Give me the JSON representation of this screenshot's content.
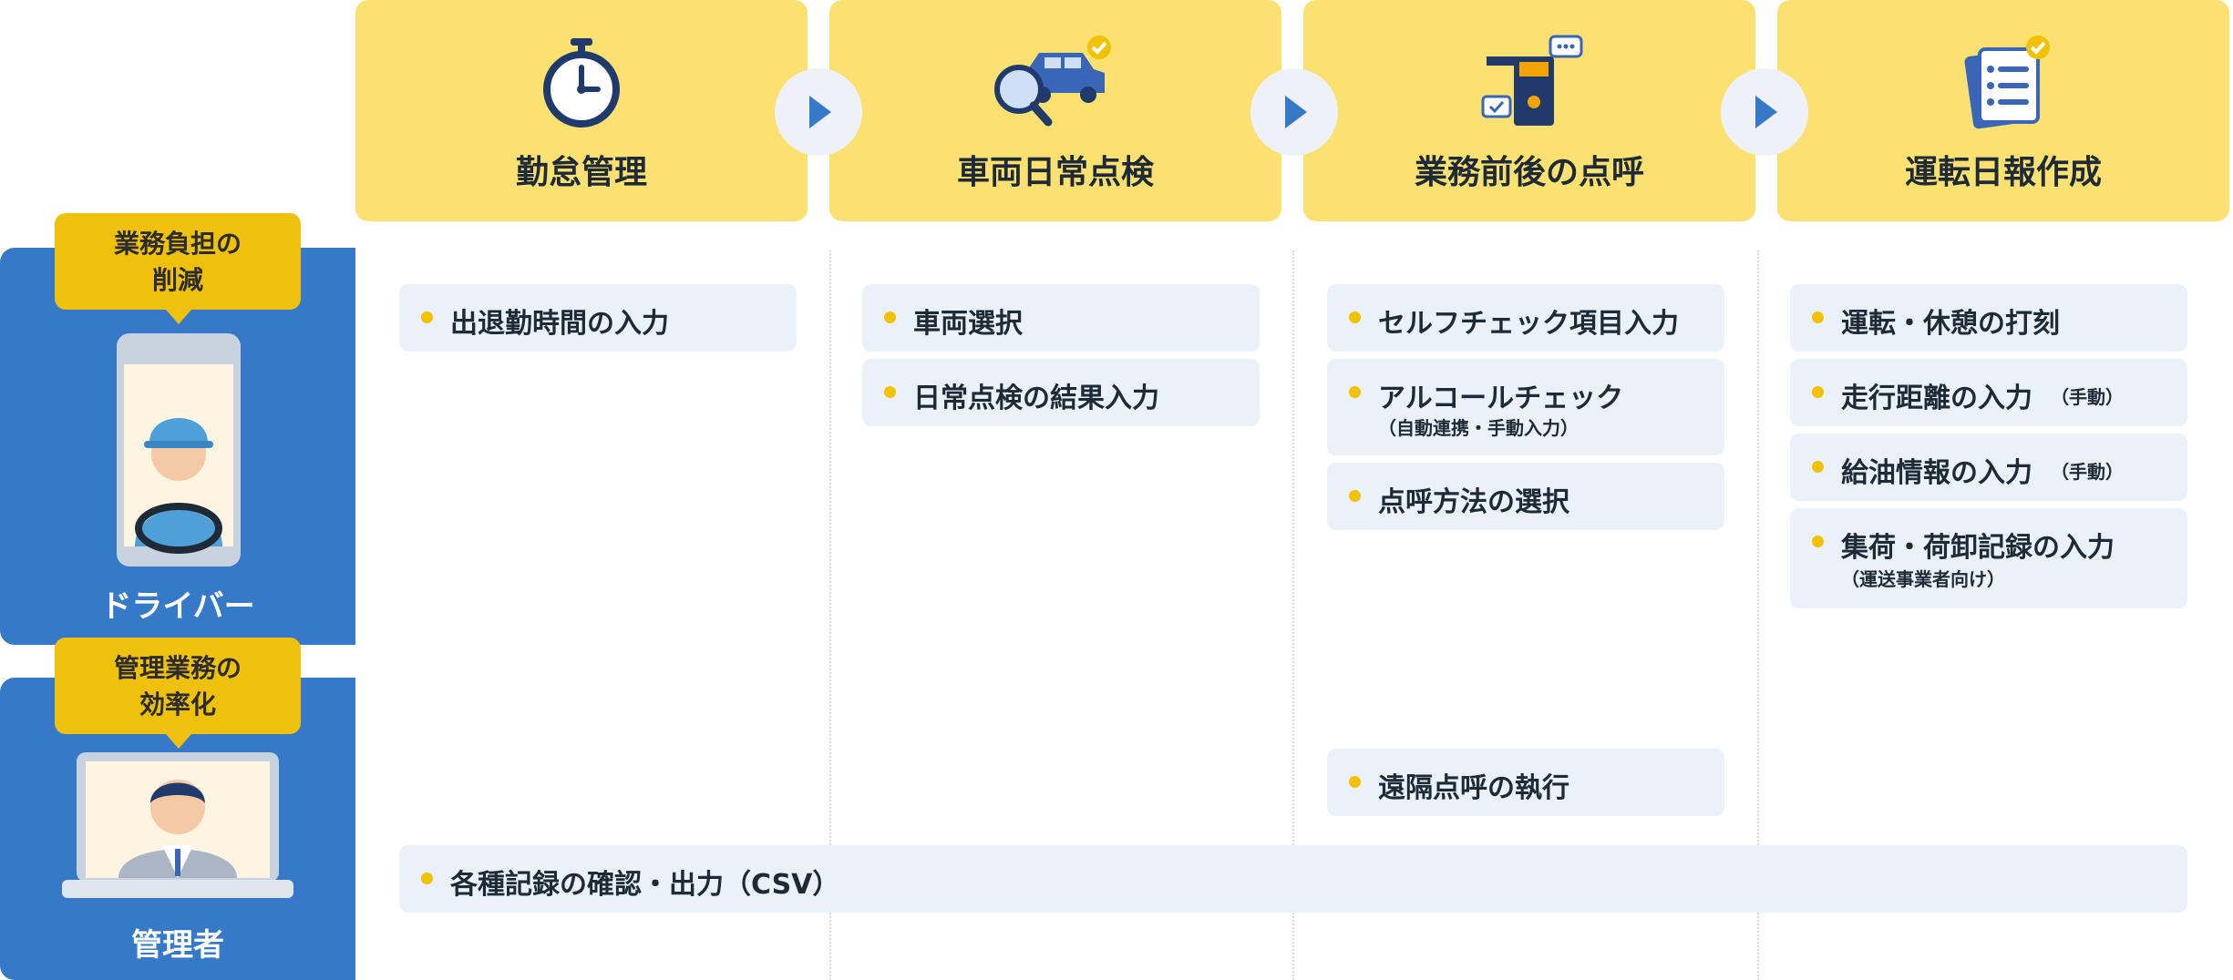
{
  "columns": [
    {
      "title": "勤怠管理",
      "icon": "stopwatch-icon"
    },
    {
      "title": "車両日常点検",
      "icon": "car-inspection-icon"
    },
    {
      "title": "業務前後の点呼",
      "icon": "roll-call-icon"
    },
    {
      "title": "運転日報作成",
      "icon": "report-checklist-icon"
    }
  ],
  "roles": {
    "driver": {
      "label": "ドライバー",
      "bubble_line1": "業務負担の",
      "bubble_line2": "削減"
    },
    "manager": {
      "label": "管理者",
      "bubble_line1": "管理業務の",
      "bubble_line2": "効率化"
    }
  },
  "tasks": {
    "attendance_input": "出退勤時間の入力",
    "vehicle_select": "車両選択",
    "daily_check_result": "日常点検の結果入力",
    "self_check": "セルフチェック項目入力",
    "alcohol_check": "アルコールチェック",
    "alcohol_check_note": "（自動連携・手動入力）",
    "rollcall_method": "点呼方法の選択",
    "drive_rest_stamp": "運転・休憩の打刻",
    "distance_input": "走行距離の入力",
    "distance_note": "（手動）",
    "fuel_input": "給油情報の入力",
    "fuel_note": "（手動）",
    "cargo_record": "集荷・荷卸記録の入力",
    "cargo_note": "（運送事業者向け）",
    "remote_rollcall": "遠隔点呼の執行",
    "records_export": "各種記録の確認・出力（CSV）"
  },
  "colors": {
    "header_yellow": "#fbe172",
    "role_blue": "#3679c9",
    "bubble_yellow": "#efc10c",
    "task_bg": "#eaf1f9",
    "bullet": "#f2c200"
  }
}
